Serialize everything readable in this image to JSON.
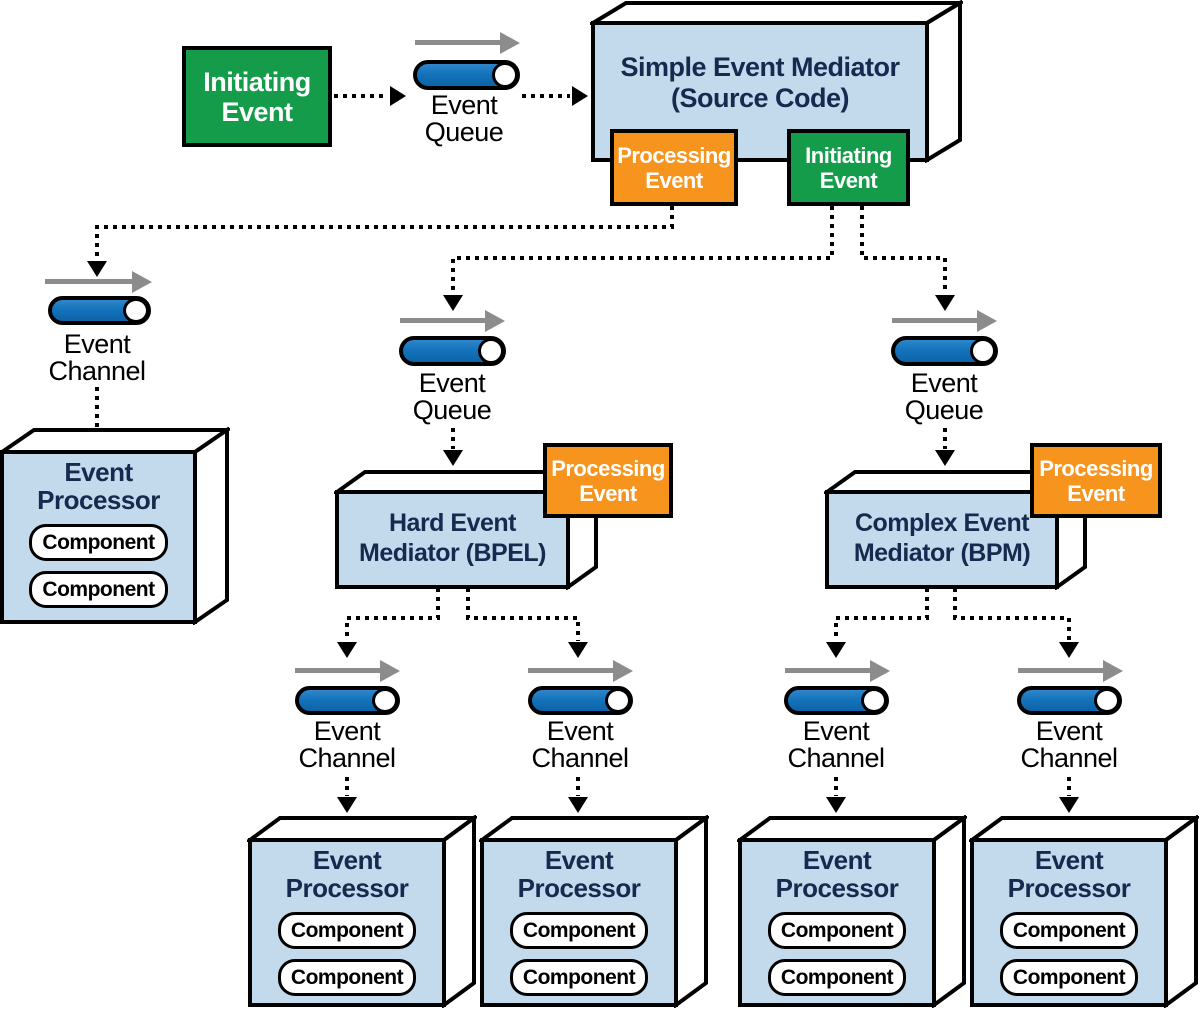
{
  "colors": {
    "green": "#149C4B",
    "orange": "#F7941E",
    "blue": "#1373BC",
    "blue_dark": "#0E63A6",
    "light_blue": "#C3DAEC",
    "navy": "#16294E",
    "gray": "#8C8C8C"
  },
  "badges": {
    "initiating": {
      "line1": "Initiating",
      "line2": "Event"
    },
    "processing": {
      "line1": "Processing",
      "line2": "Event"
    }
  },
  "mediators": {
    "simple": {
      "line1": "Simple Event Mediator",
      "line2": "(Source Code)"
    },
    "hard": {
      "line1": "Hard Event",
      "line2": "Mediator (BPEL)"
    },
    "complex": {
      "line1": "Complex Event",
      "line2": "Mediator (BPM)"
    }
  },
  "flows": {
    "event_queue": {
      "line1": "Event",
      "line2": "Queue"
    },
    "event_channel": {
      "line1": "Event",
      "line2": "Channel"
    }
  },
  "processor": {
    "line1": "Event",
    "line2": "Processor",
    "component": "Component"
  }
}
